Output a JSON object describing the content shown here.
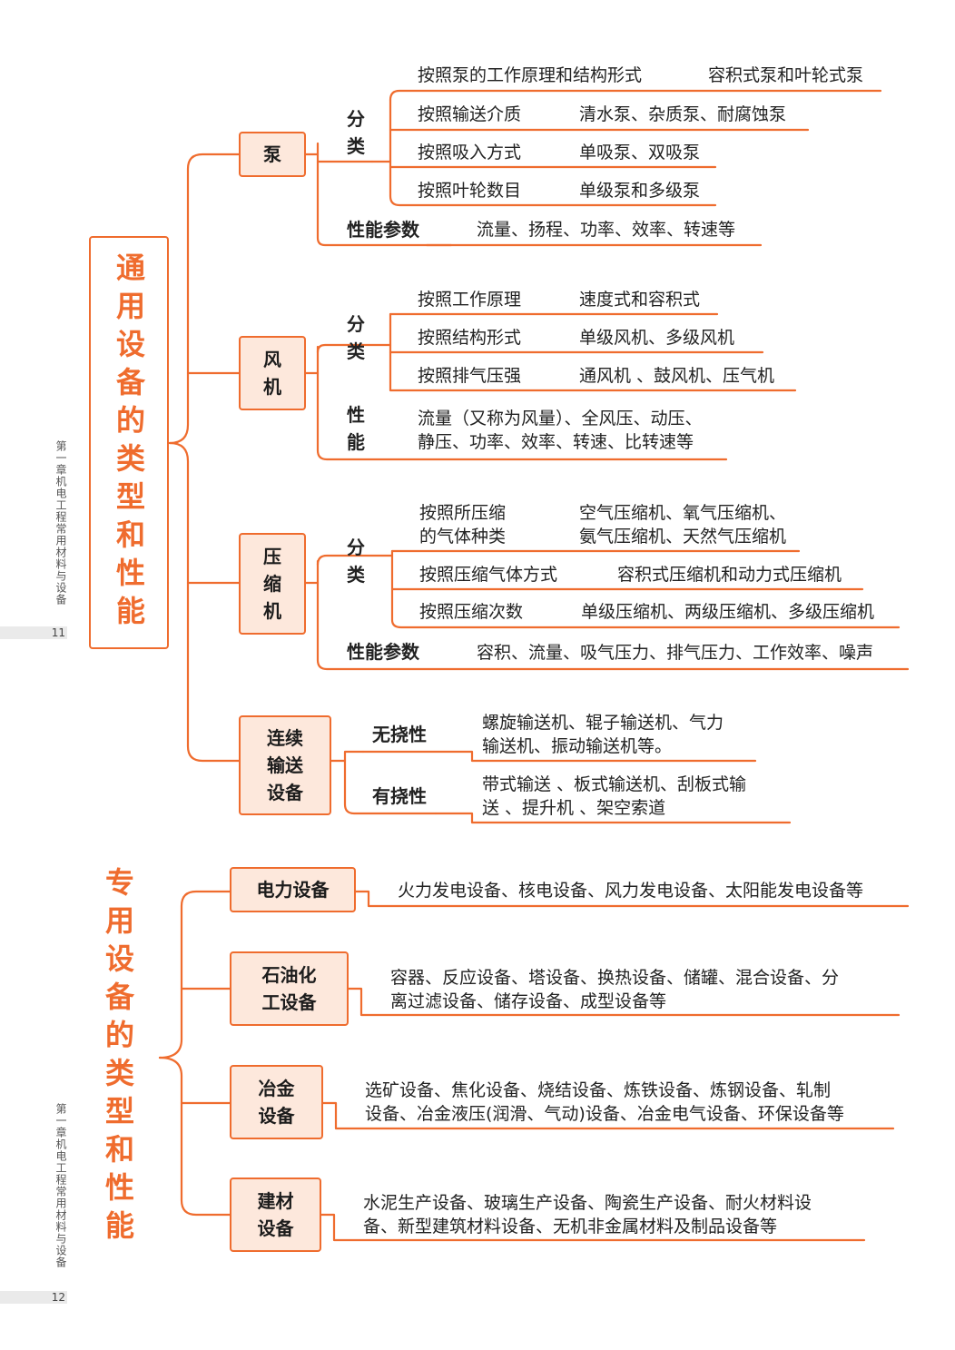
{
  "general": {
    "title": "通用设备的类型和性能",
    "pump": {
      "name": "泵",
      "classify_label": "分\n类",
      "rows": [
        {
          "basis": "按照泵的工作原理和结构形式",
          "types": "容积式泵和叶轮式泵"
        },
        {
          "basis": "按照输送介质",
          "types": "清水泵、杂质泵、耐腐蚀泵"
        },
        {
          "basis": "按照吸入方式",
          "types": "单吸泵、双吸泵"
        },
        {
          "basis": "按照叶轮数目",
          "types": "单级泵和多级泵"
        }
      ],
      "perf_label": "性能参数",
      "perf": "流量、扬程、功率、效率、转速等"
    },
    "fan": {
      "name": "风\n机",
      "classify_label": "分\n类",
      "rows": [
        {
          "basis": "按照工作原理",
          "types": "速度式和容积式"
        },
        {
          "basis": "按照结构形式",
          "types": "单级风机、多级风机"
        },
        {
          "basis": "按照排气压强",
          "types": "通风机 、鼓风机、压气机"
        }
      ],
      "perf_label": "性\n能",
      "perf_line1": "流量（又称为风量）、全风压、动压、",
      "perf_line2": "静压、功率、效率、转速、比转速等"
    },
    "compressor": {
      "name": "压\n缩\n机",
      "classify_label": "分\n类",
      "row1_basis_line1": "按照所压缩",
      "row1_basis_line2": "的气体种类",
      "row1_types_line1": "空气压缩机、氧气压缩机、",
      "row1_types_line2": "氨气压缩机、天然气压缩机",
      "row2_basis": "按照压缩气体方式",
      "row2_types": "容积式压缩机和动力式压缩机",
      "row3_basis": "按照压缩次数",
      "row3_types": "单级压缩机、两级压缩机、多级压缩机",
      "perf_label": "性能参数",
      "perf": "容积、流量、吸气压力、排气压力、工作效率、噪声"
    },
    "conveyor": {
      "name": "连续\n输送\n设备",
      "flex_label": "无挠性",
      "flex_line1": "螺旋输送机、辊子输送机、气力",
      "flex_line2": "输送机、振动输送机等。",
      "rigid_label": "有挠性",
      "rigid_line1": "带式输送 、板式输送机、刮板式输",
      "rigid_line2": "送 、提升机 、架空索道"
    }
  },
  "special": {
    "title": "专用设备的类型和性能",
    "power": {
      "name": "电力设备",
      "line1": "火力发电设备、核电设备、风力发电设备、太阳能发电设备等"
    },
    "petro": {
      "name": "石油化\n工设备",
      "line1": "容器、反应设备、塔设备、换热设备、储罐、混合设备、分",
      "line2": "离过滤设备、储存设备、成型设备等"
    },
    "metal": {
      "name": "冶金\n设备",
      "line1": "选矿设备、焦化设备、烧结设备、炼铁设备、炼钢设备、轧制",
      "line2": "设备、冶金液压(润滑、气动)设备、冶金电气设备、环保设备等"
    },
    "building": {
      "name": "建材\n设备",
      "line1": "水泥生产设备、玻璃生产设备、陶瓷生产设备、耐火材料设",
      "line2": "备、新型建筑材料设备、无机非金属材料及制品设备等"
    }
  },
  "margin": {
    "chapter": "第一章机电工程常用材料与设备",
    "page_top": "11",
    "page_bottom": "12"
  },
  "colors": {
    "accent": "#ef6c2e",
    "box_fill": "#fde8dc"
  }
}
